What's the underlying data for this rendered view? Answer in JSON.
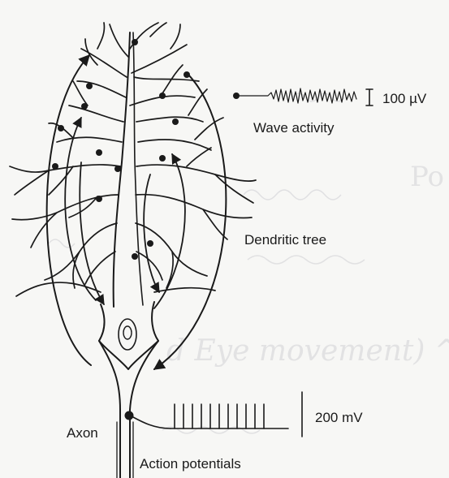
{
  "labels": {
    "wave_scale": "100 µV",
    "wave_activity": "Wave activity",
    "dendritic_tree": "Dendritic tree",
    "spike_scale": "200 mV",
    "axon": "Axon",
    "action_potentials": "Action potentials"
  },
  "background_writing": {
    "line1": "Po",
    "line2": "d Eye movement) ^o"
  },
  "colors": {
    "ink": "#1a1a1a",
    "paper": "#f7f7f5",
    "pencil": "#9a9aa6"
  }
}
